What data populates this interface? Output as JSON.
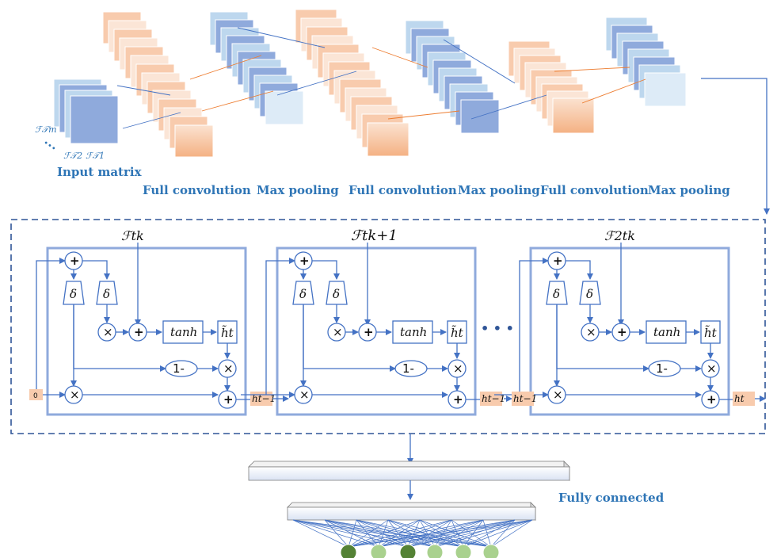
{
  "cnn": {
    "input_label": "Input matrix",
    "feature_labels": [
      "ℱ𝒯m",
      "ℱ𝒯2",
      "ℱ𝒯1"
    ],
    "stage_labels": [
      "Full convolution",
      "Max pooling",
      "Full convolution",
      "Max pooling",
      "Full convolution",
      "Max pooling"
    ]
  },
  "rnn": {
    "initial_state": "0",
    "cells": [
      {
        "input": "ℱtk",
        "in_state": "ht−1",
        "out_state": "ht−1"
      },
      {
        "input": "ℱtk+1",
        "in_state": "ht−1",
        "out_state": "ht−1"
      },
      {
        "input": "ℱ2tk",
        "in_state": "ht−1",
        "out_state": "ht"
      }
    ],
    "ops": {
      "add": "+",
      "mul": "×",
      "sigmoid": "δ",
      "tanh": "tanh",
      "one_minus": "1-",
      "candidate": "h̃t"
    },
    "ellipsis": "• • •"
  },
  "head": {
    "label": "Fully connected",
    "output_nodes": [
      {
        "color": "#548235"
      },
      {
        "color": "#a9d18e"
      },
      {
        "color": "#548235"
      },
      {
        "color": "#a9d18e"
      },
      {
        "color": "#a9d18e"
      },
      {
        "color": "#a9d18e"
      }
    ]
  },
  "colors": {
    "blue_layer": "#8faadc",
    "blue_light_layer": "#bdd7ee",
    "orange_layer": "#f4b183",
    "wire": "#4472c4",
    "label_blue": "#2e75b6"
  }
}
